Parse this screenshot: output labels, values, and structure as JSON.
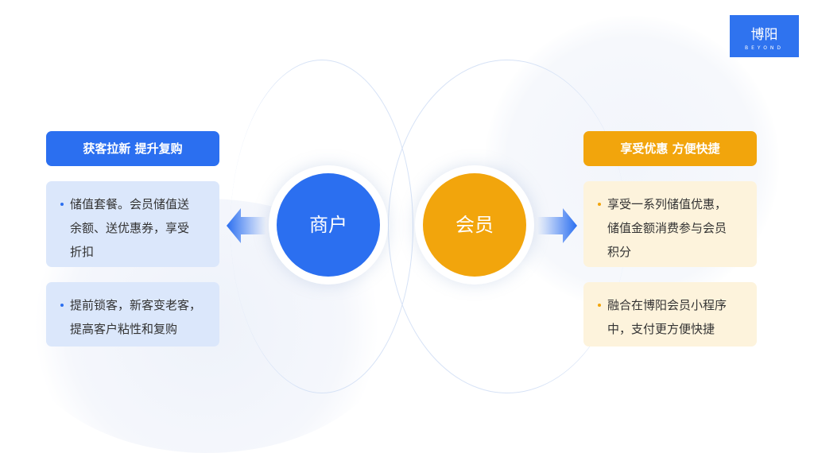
{
  "logo": {
    "name": "博阳",
    "sub": "BEYOND"
  },
  "colors": {
    "blue": "#2b6ff0",
    "orange": "#f2a50c",
    "blue_box": "#dbe7fb",
    "orange_box": "#fdf3dc"
  },
  "merchant": {
    "label": "商户",
    "header": "获客拉新 提升复购",
    "items": [
      {
        "lines": [
          "储值套餐。会员储值送",
          "余额、送优惠券，享受",
          "折扣"
        ]
      },
      {
        "lines": [
          "提前锁客，新客变老客，",
          "提高客户粘性和复购"
        ]
      }
    ]
  },
  "member": {
    "label": "会员",
    "header": "享受优惠 方便快捷",
    "items": [
      {
        "lines": [
          "享受一系列储值优惠，",
          "储值金额消费参与会员",
          "积分"
        ]
      },
      {
        "lines": [
          "融合在博阳会员小程序",
          "中，支付更方便快捷"
        ]
      }
    ]
  }
}
